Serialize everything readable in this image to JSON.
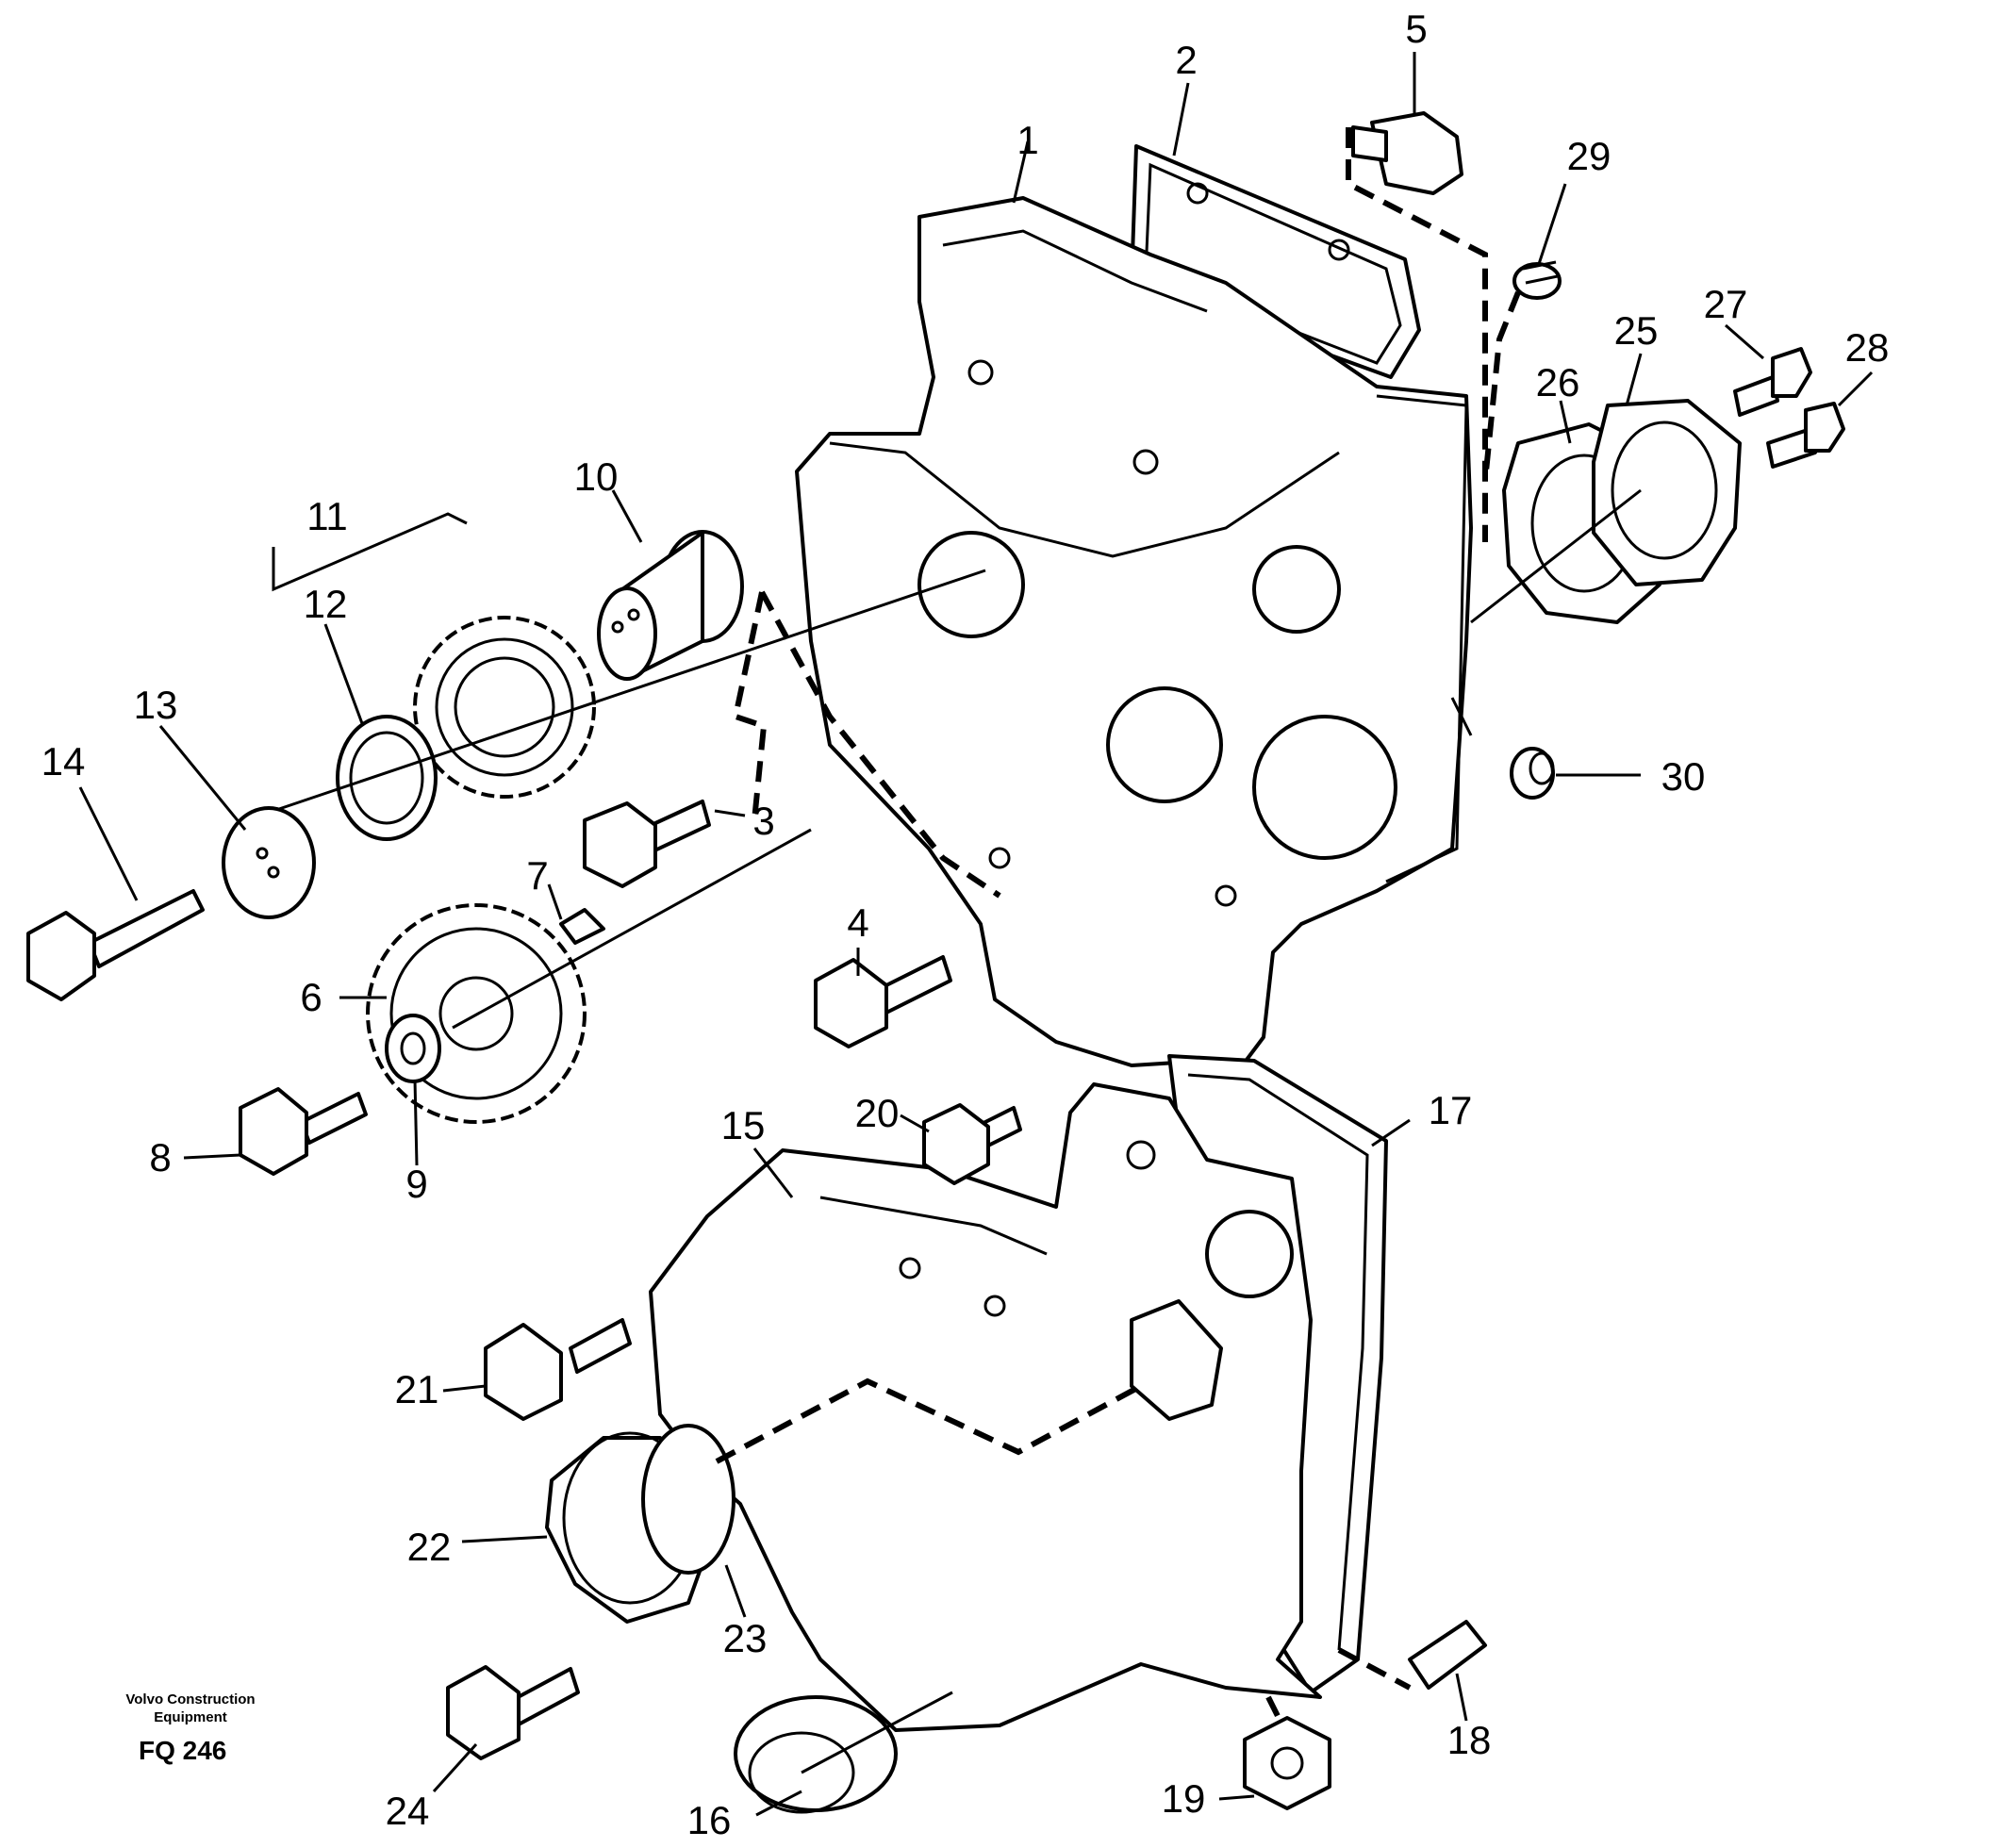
{
  "diagram": {
    "callouts": [
      "1",
      "2",
      "3",
      "4",
      "5",
      "6",
      "7",
      "8",
      "9",
      "10",
      "11",
      "12",
      "13",
      "14",
      "15",
      "16",
      "17",
      "18",
      "19",
      "20",
      "21",
      "22",
      "23",
      "24",
      "25",
      "26",
      "27",
      "28",
      "29",
      "30"
    ]
  },
  "credit": {
    "line1": "Volvo Construction",
    "line2": "Equipment",
    "code": "FQ 246"
  }
}
